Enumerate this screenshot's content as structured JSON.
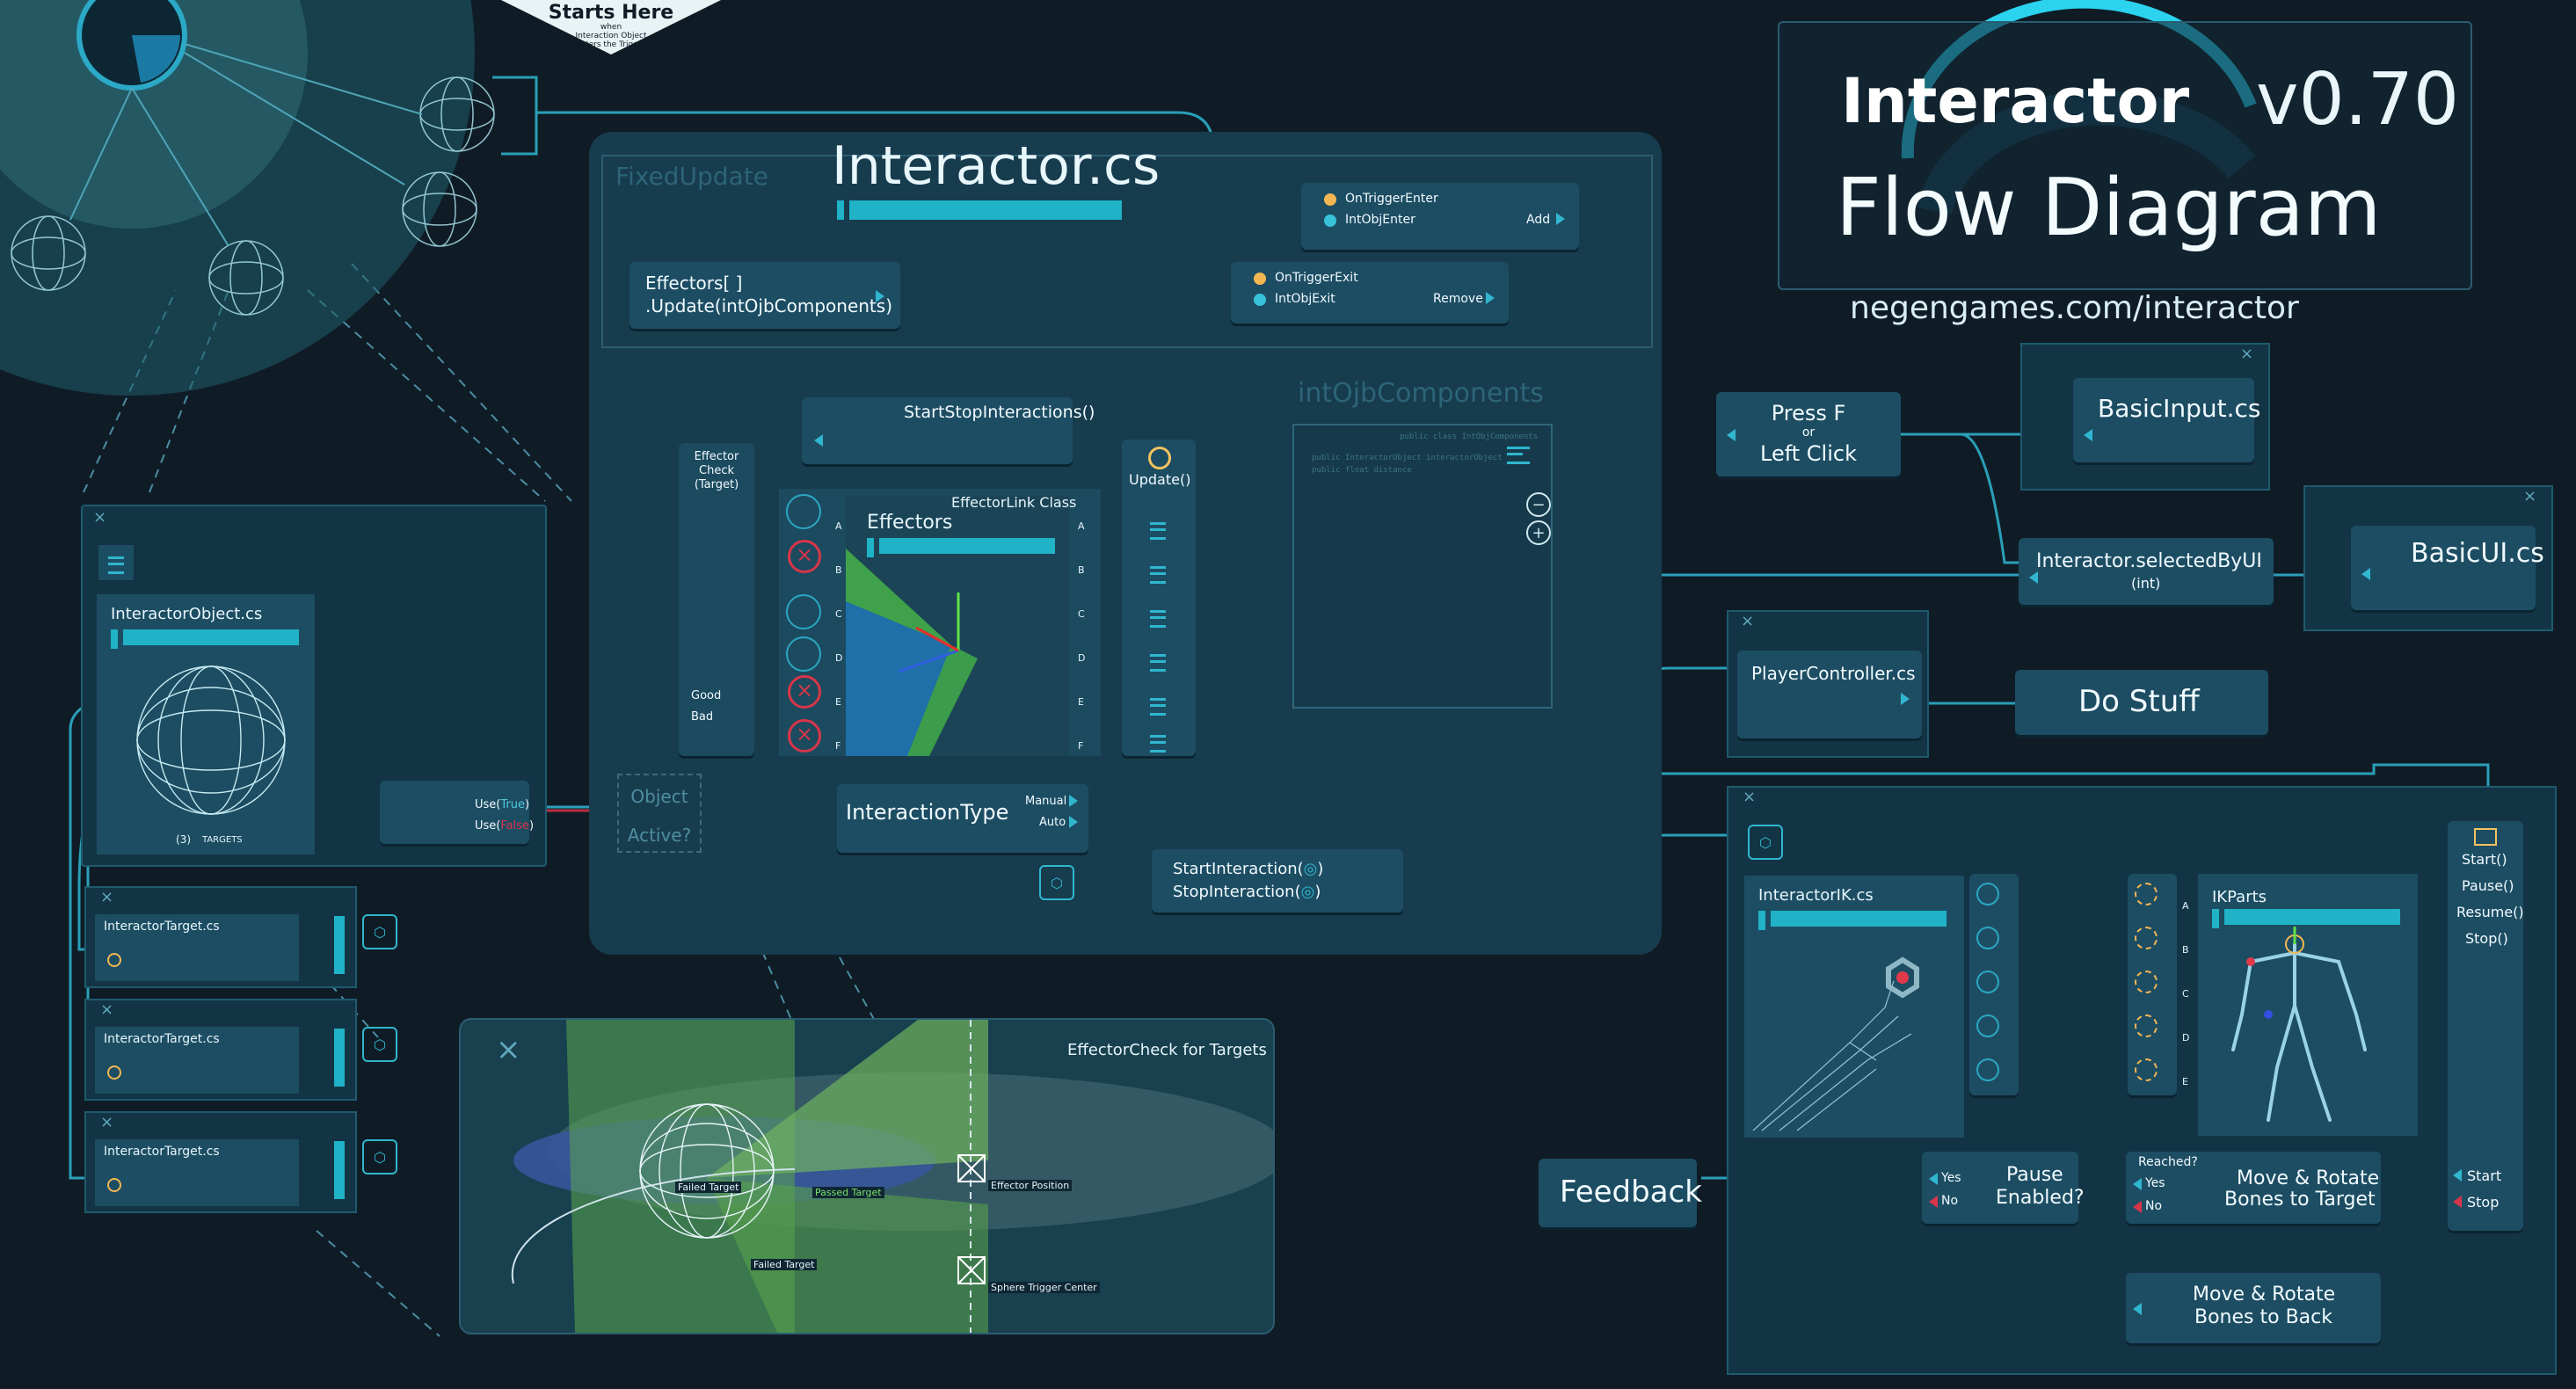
{
  "colors": {
    "background": "#0f1c26",
    "panel": "#123445",
    "node": "#1d4d63",
    "accent": "#20b3c8",
    "wire": "#2a9fb8",
    "red": "#d9354a",
    "green": "#3cae4b"
  },
  "header": {
    "title": "Interactor",
    "version": "v0.70",
    "subtitle": "Flow Diagram",
    "url": "negengames.com/interactor"
  },
  "start": {
    "title": "Starts Here",
    "line1": "when",
    "line2": "Interaction Object",
    "line3": "enters the Trigger"
  },
  "main": {
    "fixed_update": "FixedUpdate",
    "script_name": "Interactor.cs",
    "effectors_update_line1": "Effectors[ ]",
    "effectors_update_line2": ".Update(intOjbComponents)",
    "start_stop": "StartStopInteractions()",
    "effector_check": [
      "Effector",
      "Check",
      "(Target)"
    ],
    "effector_link": "EffectorLink Class",
    "effectors": "Effectors",
    "rows": [
      "A",
      "B",
      "C",
      "D",
      "E",
      "F"
    ],
    "good": "Good",
    "bad": "Bad",
    "update": "Update()",
    "int_components": "intOjbComponents",
    "int_code_header": "public class IntObjComponents",
    "int_code_lines": [
      "public InteractorObject interactorObject",
      "public float distance"
    ],
    "object_active_1": "Object",
    "object_active_2": "Active?",
    "interaction_type": "InteractionType",
    "manual": "Manual",
    "auto": "Auto",
    "start_interaction": "StartInteraction(",
    "stop_interaction": "StopInteraction(",
    "close_paren": ")"
  },
  "trigger": {
    "on_enter": "OnTriggerEnter",
    "int_enter": "IntObjEnter",
    "add": "Add",
    "on_exit": "OnTriggerExit",
    "int_exit": "IntObjExit",
    "remove": "Remove"
  },
  "object_panel": {
    "name": "InteractorObject.cs",
    "use_true_prefix": "Use(",
    "use_true": "True",
    "use_false": "False",
    "close": ")",
    "targets_count": "3",
    "targets": "TARGETS"
  },
  "targets": [
    "InteractorTarget.cs",
    "InteractorTarget.cs",
    "InteractorTarget.cs"
  ],
  "effector_check_panel": {
    "title": "EffectorCheck for Targets",
    "failed1": "Failed Target",
    "passed": "Passed Target",
    "failed2": "Failed Target",
    "effector_position": "Effector Position",
    "sphere_center": "Sphere Trigger Center"
  },
  "right": {
    "press_f_1": "Press F",
    "press_f_2": "or",
    "press_f_3": "Left Click",
    "basic_input": "BasicInput.cs",
    "selected_by_ui": "Interactor.selectedByUI",
    "selected_type": "(int)",
    "basic_ui": "BasicUI.cs",
    "player_controller": "PlayerController.cs",
    "do_stuff": "Do Stuff"
  },
  "ik": {
    "name": "InteractorIK.cs",
    "parts": "IKParts",
    "rows": [
      "A",
      "B",
      "C",
      "D",
      "E"
    ],
    "methods": [
      "Start()",
      "Pause()",
      "Resume()",
      "Stop()"
    ],
    "start": "Start",
    "stop": "Stop",
    "feedback": "Feedback",
    "pause_1": "Pause",
    "pause_2": "Enabled?",
    "yes": "Yes",
    "no": "No",
    "reached": "Reached?",
    "move_target_1": "Move & Rotate",
    "move_target_2": "Bones to Target",
    "move_back_1": "Move & Rotate",
    "move_back_2": "Bones to Back"
  }
}
